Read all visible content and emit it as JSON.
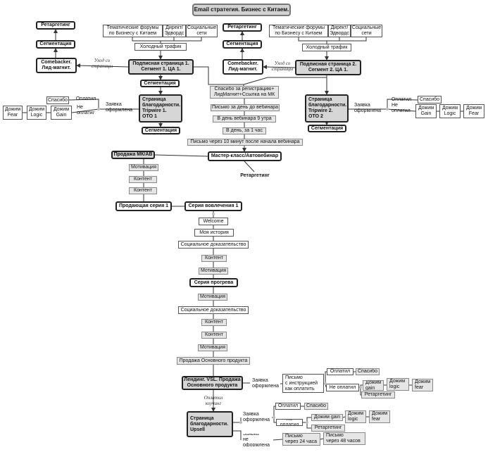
{
  "nodes": {
    "title": "Email стратегия. Бизнес с Китаем.",
    "ret1": "Ретаргетинг",
    "seg1a": "Сегментация",
    "come1": "Comebacker.\nЛид-магнит.",
    "ukhod1": "Уход со\nстраницы",
    "forum1": "Тематические форумы\nпо Бизнесу с Китаем",
    "direct1": "Директ/\nЭдвордс",
    "social1": "Социальные\nсети",
    "cold1": "Холодный трафик",
    "sub1": "Подписная страница 1.\nСегмент 1. ЦА 1.",
    "seg1b": "Сегментация",
    "thanks1": "Страница\nблагодарности.\nTripwire 1.\nOTO 1",
    "seg1c": "Сегментация",
    "zayavka1": "Заявка\nоформлена",
    "paid1": "Оплатил",
    "spasibo1": "Спасибо",
    "notpaid1": "Не\nоплатил",
    "gain1": "Дожим\nGain",
    "logic1": "Дожим\nLogic",
    "fear1": "Дожим\nFear",
    "ret2": "Ретаргетинг",
    "seg2a": "Сегментация",
    "come2": "Comebacker.\nЛид-магнит.",
    "ukhod2": "Уход со\nстраницы",
    "forum2": "Тематические форумы\nпо Бизнесу с Китаем",
    "direct2": "Директ/\nЭдвордс",
    "social2": "Социальные\nсети",
    "cold2": "Холодный трафик",
    "sub2": "Подписная страница 2.\nСегмент 2. ЦА 1.",
    "thanks2": "Страница\nблагодарности.\nTripwire 2.\nOTO 2",
    "seg2c": "Сегментация",
    "zayavka2": "Заявка\nоформлена",
    "paid2": "Оплатил",
    "spasibo2": "Спасибо",
    "notpaid2": "Не\nоплатил",
    "gain2": "Дожим\nGain",
    "logic2": "Дожим\nLogic",
    "fear2": "Дожим\nFear",
    "w1": "Спасибо за регистрацию+\nЛидМагнит+Ссылка на МК",
    "w2": "Письмо за день до вебинара",
    "w3": "В день вебинара 9 утра",
    "w4": "В день, за 1 час",
    "w5": "Письмо через 10 минут после начала вебинара",
    "prodmk": "Продажа МК/АВ",
    "master": "Мастер-класс/Автовебинар",
    "ret3": "Ретаргетинг",
    "p1": "Мотивация",
    "p2": "Контент",
    "p3": "Контент",
    "sales1": "Продающая серия 1",
    "engage1": "Серия вовлечения 1",
    "e1": "Welcome",
    "e2": "Моя история",
    "e3": "Социальное доказательство",
    "e4": "Контент",
    "e5": "Мотивация",
    "warm": "Серия прогрева",
    "h1": "Мотивация",
    "h2": "Социальное доказательство",
    "h3": "Контент",
    "h4": "Контент",
    "h5": "Мотивация",
    "h6": "Продажа Основного продукта",
    "landing": "Лендинг. VSL. Продажа\nОсновного продукта",
    "zayavka3": "Заявка\nоформлена",
    "letter": "Письмо\nс инструкцией\nкак оплатить",
    "paid3": "Оплатил",
    "spasibo3": "Спасибо",
    "notpaid3": "Не оплатил",
    "gain3": "Дожим\ngain",
    "logic3": "Дожим\nlogic",
    "fear3": "Дожим\nfear",
    "ret4": "Ретаргетинг",
    "oplatil_k": "Оплатил\nкоучинг",
    "upsell": "Страница\nблагодарности.\nUpsell",
    "zayavka4": "Заявка\nоформлена",
    "paid4": "Оплатил",
    "spasibo4": "Спасибо",
    "notpaid4": "Не оплатил",
    "gain4": "Дожим gain",
    "logic4": "Дожим\nlogic",
    "fear4": "Дожим\nfear",
    "ret5": "Ретаргетинг",
    "notform": "Заявка\nне оформлена",
    "l24": "Письмо\nчерез 24 часа",
    "l48": "Письмо\nчерез 48 часов"
  }
}
